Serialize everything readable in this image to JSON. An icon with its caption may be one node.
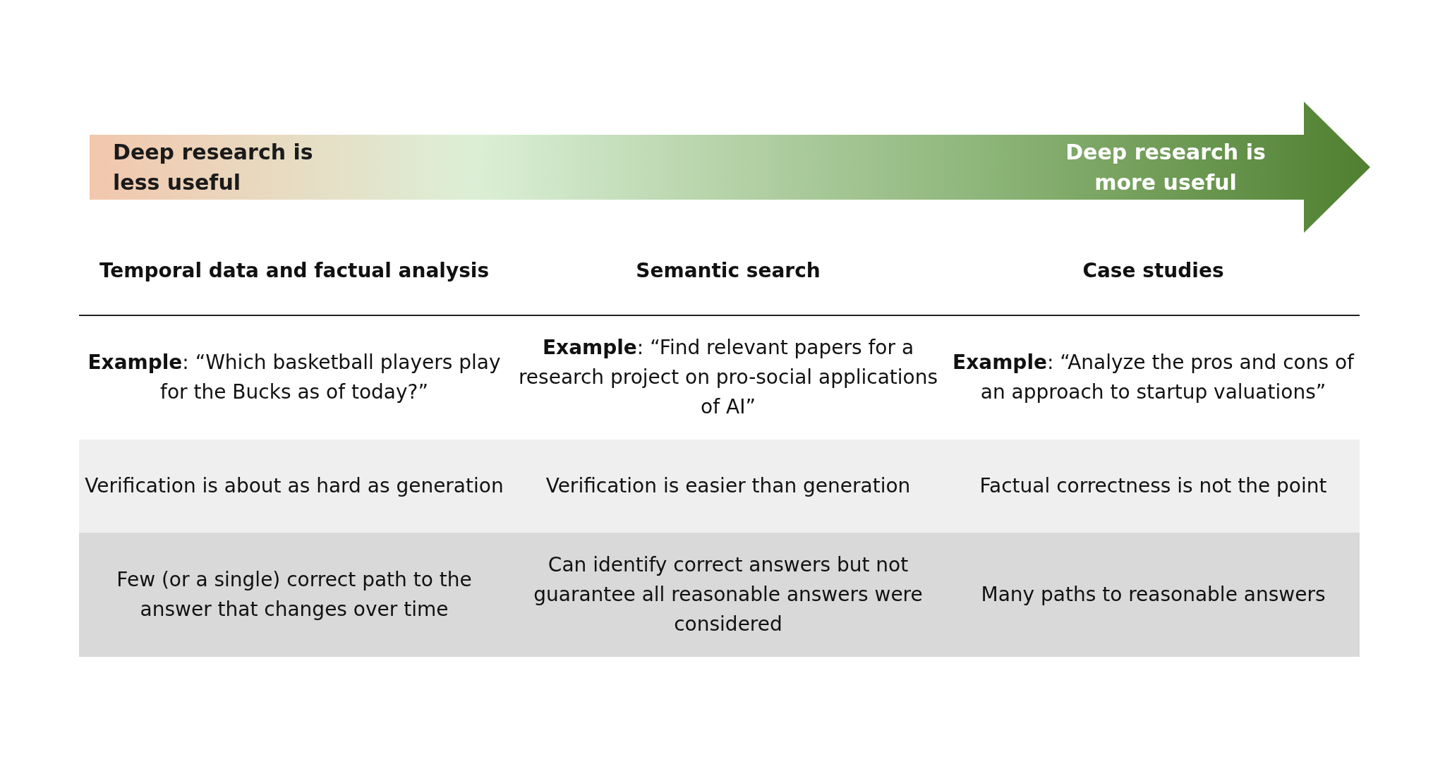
{
  "diagram": {
    "nodes": [
      {
        "text": [
          "Deep research is less useful",
          "Deep research is more useful"
        ]
      }
    ],
    "labels": [
      "Temporal data and factual analysis",
      "Semantic search",
      "Case studies",
      "**Example**: “Which basketball players play for the Bucks as of today?”",
      "**Example**: “Find relevant papers for a research project on pro-social applications of AI”",
      "**Example**: “Analyze the pros and cons of an approach to startup valuations”",
      "Verification is about as hard as generation",
      "Verification is easier than generation",
      "Factual correctness is not the point",
      "Few (or a single) correct path to the answer that changes over time",
      "Can identify correct answers but not guarantee all reasonable answers were considered",
      "Many paths to reasonable answers"
    ]
  }
}
